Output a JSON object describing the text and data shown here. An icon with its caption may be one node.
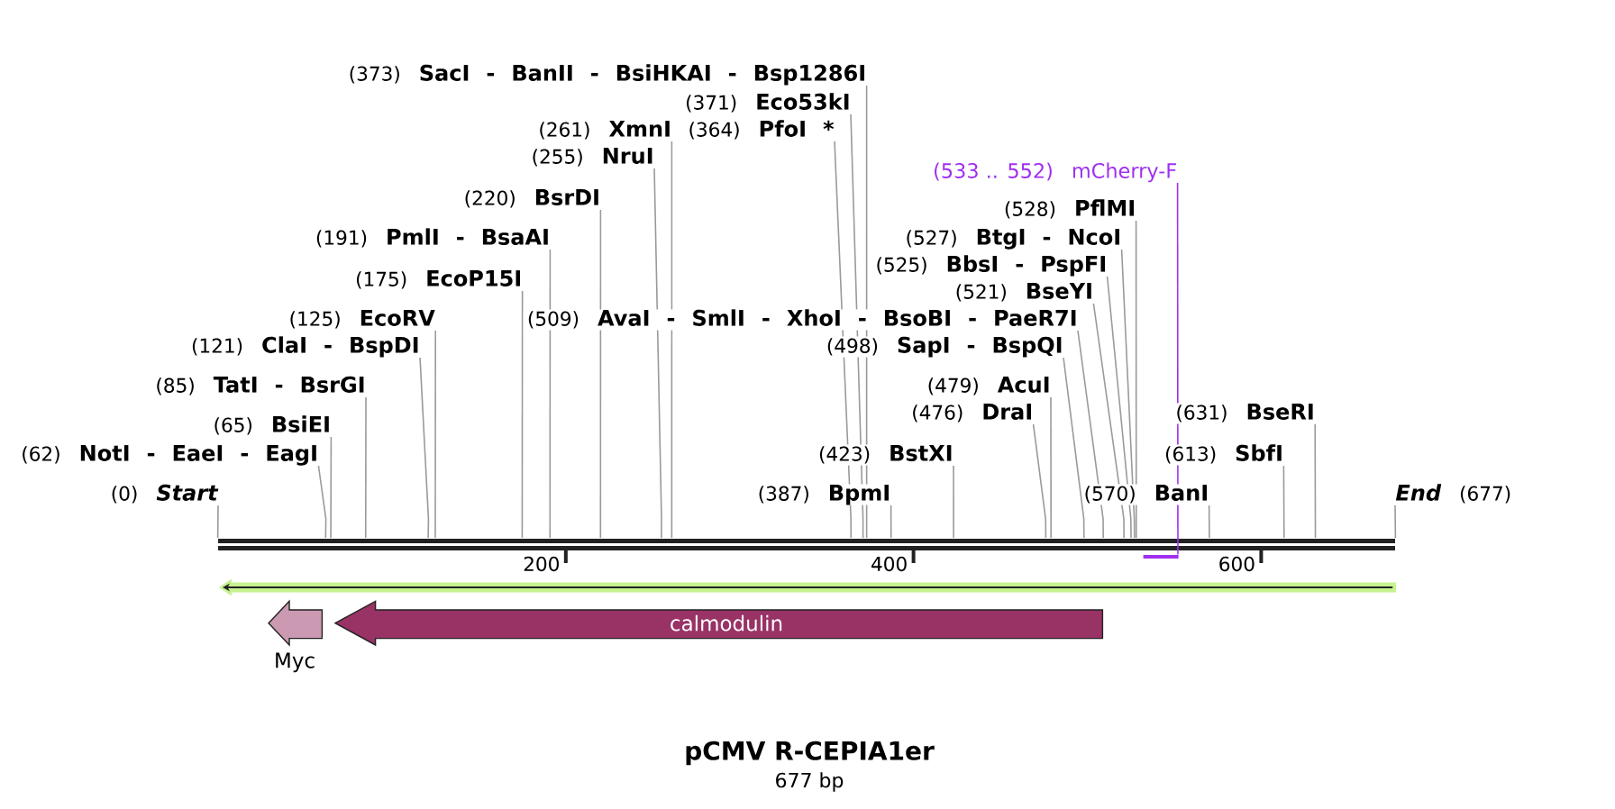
{
  "diagram": {
    "title": "pCMV R-CEPIA1er",
    "nodes": [
      {
        "text": [
          "(373)",
          "SacI - BanII - BsiHKAI - Bsp1286I"
        ]
      },
      {
        "text": [
          "(371)",
          "Eco53kI"
        ]
      },
      {
        "text": [
          "(261)",
          "XmnI"
        ]
      },
      {
        "text": [
          "(364)",
          "PfoI *"
        ]
      },
      {
        "text": [
          "(255)",
          "NruI"
        ]
      },
      {
        "text": [
          "(533 .. 552)",
          "mCherry-F"
        ]
      },
      {
        "text": [
          "(220)",
          "BsrDI"
        ]
      },
      {
        "text": [
          "(528)",
          "PflMI"
        ]
      },
      {
        "text": [
          "(191)",
          "PmlI - BsaAI"
        ]
      },
      {
        "text": [
          "(527)",
          "BtgI - NcoI"
        ]
      },
      {
        "text": [
          "(525)",
          "BbsI - PspFI"
        ]
      },
      {
        "text": [
          "(175)",
          "EcoP15I"
        ]
      },
      {
        "text": [
          "(521)",
          "BseYI"
        ]
      },
      {
        "text": [
          "(125)",
          "EcoRV"
        ]
      },
      {
        "text": [
          "(509)",
          "AvaI - SmlI - XhoI - BsoBI - PaeR7I"
        ]
      },
      {
        "text": [
          "(121)",
          "ClaI - BspDI"
        ]
      },
      {
        "text": [
          "(498)",
          "SapI - BspQI"
        ]
      },
      {
        "text": [
          "(85)",
          "TatI - BsrGI"
        ]
      },
      {
        "text": [
          "(479)",
          "AcuI"
        ]
      },
      {
        "text": [
          "(476)",
          "DraI"
        ]
      },
      {
        "text": [
          "(631)",
          "BseRI"
        ]
      },
      {
        "text": [
          "(65)",
          "BsiEI"
        ]
      },
      {
        "text": [
          "(62)",
          "NotI - EaeI - EagI"
        ]
      },
      {
        "text": [
          "(423)",
          "BstXI"
        ]
      },
      {
        "text": [
          "(613)",
          "SbfI"
        ]
      },
      {
        "text": [
          "(0)",
          "Start"
        ]
      },
      {
        "text": [
          "(387)",
          "BpmI"
        ]
      },
      {
        "text": [
          "(570)",
          "BanI"
        ]
      },
      {
        "text": [
          "End",
          "(677)"
        ]
      },
      {
        "text": [],
        "shape": "bar"
      },
      {
        "text": [],
        "shape": "bar"
      },
      {
        "text": [
          "Myc"
        ]
      },
      {
        "text": [
          "calmodulin"
        ]
      }
    ],
    "edges": [
      {
        "from": 0,
        "to": 29,
        "arrow": "none"
      },
      {
        "from": 1,
        "to": 29,
        "arrow": "none"
      },
      {
        "from": 2,
        "to": 29,
        "arrow": "none"
      },
      {
        "from": 3,
        "to": 29,
        "arrow": "none"
      },
      {
        "from": 4,
        "to": 29,
        "arrow": "none"
      },
      {
        "from": 5,
        "to": 30,
        "arrow": "none",
        "color": "#a030f0"
      },
      {
        "from": 6,
        "to": 29,
        "arrow": "none"
      },
      {
        "from": 7,
        "to": 29,
        "arrow": "none"
      },
      {
        "from": 8,
        "to": 29,
        "arrow": "none"
      },
      {
        "from": 9,
        "to": 29,
        "arrow": "none"
      },
      {
        "from": 10,
        "to": 29,
        "arrow": "none"
      },
      {
        "from": 11,
        "to": 29,
        "arrow": "none"
      },
      {
        "from": 12,
        "to": 29,
        "arrow": "none"
      },
      {
        "from": 13,
        "to": 29,
        "arrow": "none"
      },
      {
        "from": 14,
        "to": 29,
        "arrow": "none"
      },
      {
        "from": 15,
        "to": 29,
        "arrow": "none"
      },
      {
        "from": 16,
        "to": 29,
        "arrow": "none"
      },
      {
        "from": 17,
        "to": 29,
        "arrow": "none"
      },
      {
        "from": 18,
        "to": 29,
        "arrow": "none"
      },
      {
        "from": 19,
        "to": 29,
        "arrow": "none"
      },
      {
        "from": 20,
        "to": 29,
        "arrow": "none"
      },
      {
        "from": 21,
        "to": 29,
        "arrow": "none"
      },
      {
        "from": 22,
        "to": 29,
        "arrow": "none"
      },
      {
        "from": 23,
        "to": 29,
        "arrow": "none"
      },
      {
        "from": 24,
        "to": 29,
        "arrow": "none"
      },
      {
        "from": 25,
        "to": 29,
        "arrow": "none"
      },
      {
        "from": 26,
        "to": 29,
        "arrow": "none"
      },
      {
        "from": 27,
        "to": 29,
        "arrow": "none"
      },
      {
        "from": 28,
        "to": 29,
        "arrow": "none"
      }
    ],
    "labels": [
      "200",
      "400",
      "600",
      "677 bp"
    ]
  }
}
